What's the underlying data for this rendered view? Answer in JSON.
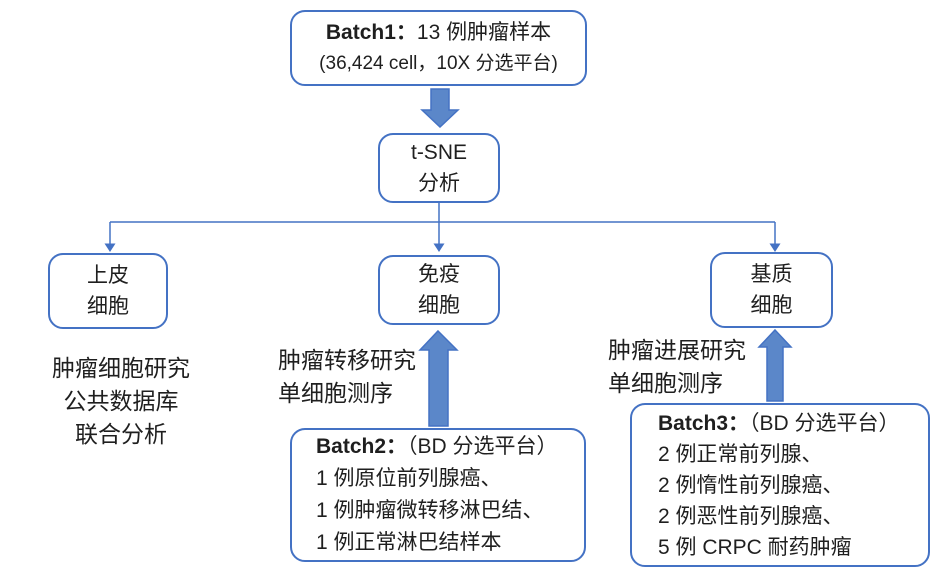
{
  "diagram": {
    "colors": {
      "line": "#4472C4",
      "arrow_fill": "#5B87C9",
      "text": "#1f1f1f",
      "background": "#ffffff"
    },
    "batch1": {
      "title_bold": "Batch1：",
      "title_rest": "13 例肿瘤样本",
      "subtitle": "(36,424 cell，10X 分选平台)"
    },
    "tsne": {
      "line1": "t-SNE",
      "line2": "分析"
    },
    "epithelial": {
      "line1": "上皮",
      "line2": "细胞"
    },
    "immune": {
      "line1": "免疫",
      "line2": "细胞"
    },
    "stromal": {
      "line1": "基质",
      "line2": "细胞"
    },
    "left_note": {
      "line1": "肿瘤细胞研究",
      "line2": "公共数据库",
      "line3": "联合分析"
    },
    "mid_note": {
      "line1": "肿瘤转移研究",
      "line2": "单细胞测序"
    },
    "right_note": {
      "line1": "肿瘤进展研究",
      "line2": "单细胞测序"
    },
    "batch2": {
      "title_bold": "Batch2：",
      "title_rest": "（BD 分选平台）",
      "items": [
        "1 例原位前列腺癌、",
        "1 例肿瘤微转移淋巴结、",
        "1 例正常淋巴结样本"
      ]
    },
    "batch3": {
      "title_bold": "Batch3：",
      "title_rest": "（BD 分选平台）",
      "items": [
        "2 例正常前列腺、",
        "2 例惰性前列腺癌、",
        "2 例恶性前列腺癌、",
        "5 例 CRPC 耐药肿瘤"
      ]
    }
  }
}
